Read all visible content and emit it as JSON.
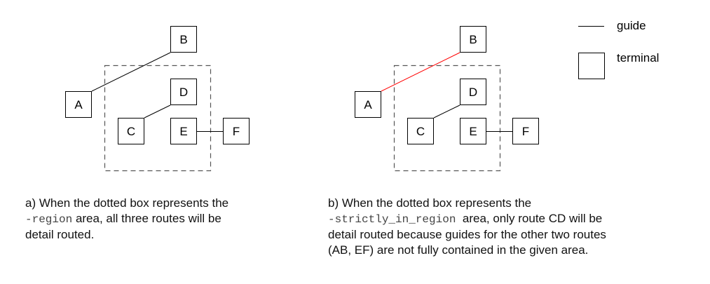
{
  "colors": {
    "guide": "#000000",
    "highlight_guide": "#ff0000",
    "region": "#555555"
  },
  "legend": {
    "guide_label": "guide",
    "terminal_label": "terminal"
  },
  "terminals": [
    "A",
    "B",
    "C",
    "D",
    "E",
    "F"
  ],
  "panel_a": {
    "caption_pre": "a) When the dotted box represents the",
    "caption_code": "-region",
    "caption_post1": " area, all three routes will be",
    "caption_post2": "detail routed."
  },
  "panel_b": {
    "caption_pre": "b) When the dotted box represents the",
    "caption_code": "-strictly_in_region",
    "caption_post1": "  area, only route CD will be",
    "caption_post2": "detail routed because guides for the other two routes",
    "caption_post3": "(AB, EF) are not fully contained in the given area."
  }
}
